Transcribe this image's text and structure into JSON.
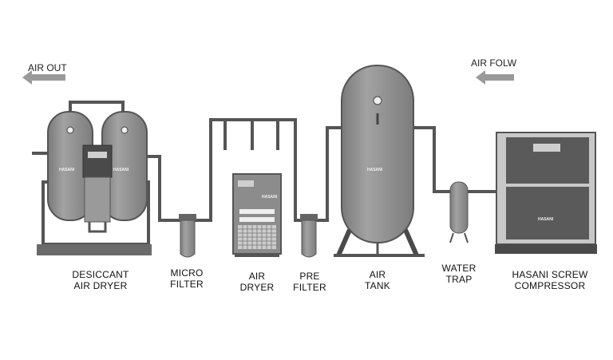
{
  "flow": {
    "air_out": "AIR OUT",
    "air_flow": "AIR FOLW"
  },
  "components": {
    "desiccant": [
      "DESICCANT",
      "AIR DRYER"
    ],
    "micro_filter": [
      "MICRO",
      "FILTER"
    ],
    "air_dryer": [
      "AIR",
      "DRYER"
    ],
    "pre_filter": [
      "PRE",
      "FILTER"
    ],
    "air_tank": [
      "AIR",
      "TANK"
    ],
    "water_trap": [
      "WATER",
      "TRAP"
    ],
    "compressor": [
      "HASANI SCREW",
      "COMPRESSOR"
    ]
  },
  "brand": "HASANI",
  "colors": {
    "body": "#8c8c8c",
    "dark": "#4a4a4a",
    "pipe": "#555555",
    "arrow": "#9a9a9a"
  }
}
